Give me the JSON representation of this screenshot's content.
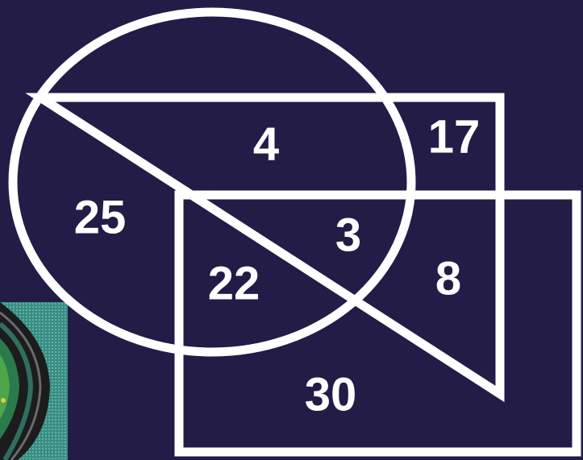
{
  "colors": {
    "background": "#221c47",
    "stroke": "#ffffff",
    "text": "#ffffff"
  },
  "regions": {
    "oval_only": "25",
    "oval_triangle": "4",
    "triangle_only": "17",
    "oval_triangle_rectangle": "3",
    "oval_rectangle": "22",
    "triangle_rectangle": "8",
    "rectangle_only": "30"
  },
  "corner_image_icon": "speaker-image-icon"
}
